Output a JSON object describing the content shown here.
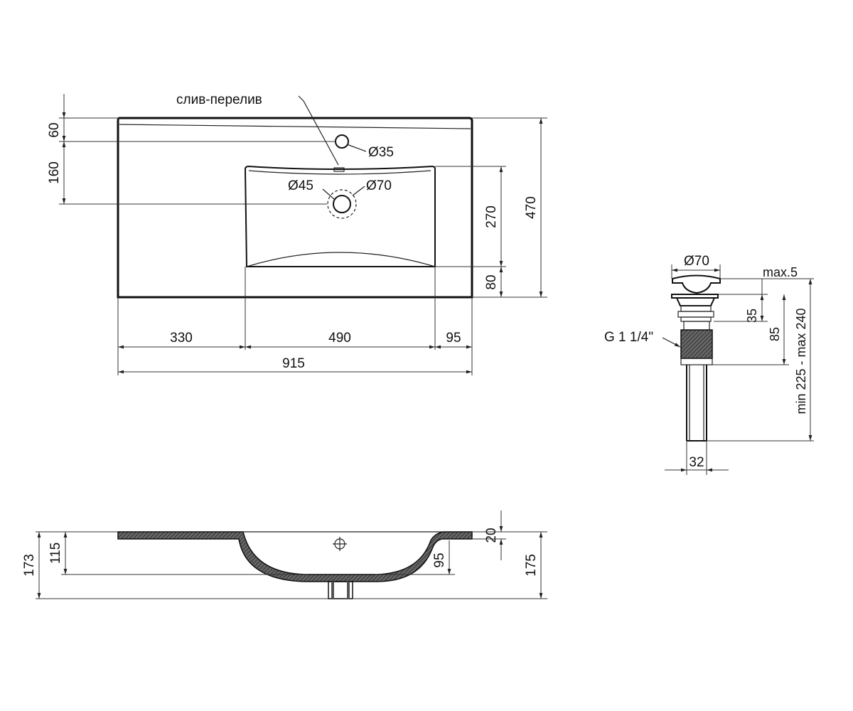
{
  "top_view": {
    "overflow_label": "слив-перелив",
    "tap_hole": "Ø35",
    "drain_inner": "Ø45",
    "drain_outer": "Ø70",
    "dim_left_top": "60",
    "dim_left_bottom": "160",
    "dim_right_bowl": "270",
    "dim_right_front": "80",
    "dim_total_depth": "470",
    "dim_left_width": "330",
    "dim_bowl_width": "490",
    "dim_right_width": "95",
    "dim_total_width": "915"
  },
  "drain_view": {
    "cap_diameter": "Ø70",
    "cap_height": "max.5",
    "dim_35": "35",
    "dim_85": "85",
    "length_range": "min 225 - max 240",
    "thread": "G 1 1/4\"",
    "pipe_diameter": "32"
  },
  "section_view": {
    "dim_173": "173",
    "dim_115": "115",
    "dim_95": "95",
    "dim_20": "20",
    "dim_175": "175"
  }
}
